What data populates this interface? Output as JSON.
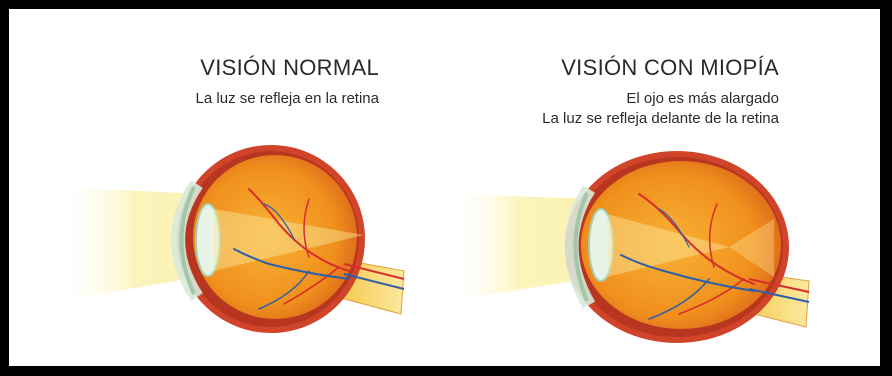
{
  "panels": [
    {
      "title": "VISIÓN NORMAL",
      "lines": [
        "La luz se refleja en la retina"
      ]
    },
    {
      "title": "VISIÓN CON MIOPÍA",
      "lines": [
        "El ojo es más alargado",
        "La luz se refleja delante de la retina"
      ]
    }
  ],
  "colors": {
    "sclera": "#d0452a",
    "interior": "#f29a1f",
    "light_beam": "#fbf3b5",
    "lens": "#cfe8d2",
    "artery": "#d62d2d",
    "vein": "#2e5fa8"
  }
}
